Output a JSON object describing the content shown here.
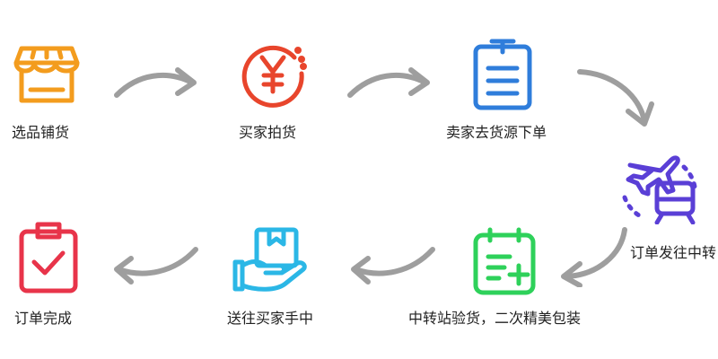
{
  "steps": [
    {
      "label": "选品铺货",
      "icon": "shop-icon",
      "color": "#f39c1e"
    },
    {
      "label": "买家拍货",
      "icon": "yen-coin-icon",
      "color": "#e8452c"
    },
    {
      "label": "卖家去货源下单",
      "icon": "clipboard-list-icon",
      "color": "#2f7ddb"
    },
    {
      "label": "订单发往中转",
      "icon": "plane-train-icon",
      "color": "#5a3fd6"
    },
    {
      "label": "中转站验货，二次精美包装",
      "icon": "clipboard-plus-icon",
      "color": "#2ed15a"
    },
    {
      "label": "送往买家手中",
      "icon": "hand-package-icon",
      "color": "#2bb7e6"
    },
    {
      "label": "订单完成",
      "icon": "clipboard-check-icon",
      "color": "#e8344a"
    }
  ],
  "arrow_color": "#9e9e9e"
}
